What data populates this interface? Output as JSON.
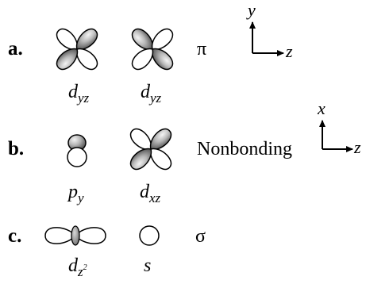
{
  "rows": [
    {
      "letter": "a.",
      "bond_type": "π",
      "orbitals": [
        {
          "base": "d",
          "sub": "yz",
          "sup": "",
          "shape": "d-orbital-shaded-ur-ll"
        },
        {
          "base": "d",
          "sub": "yz",
          "sup": "",
          "shape": "d-orbital-shaded-ul-lr"
        }
      ]
    },
    {
      "letter": "b.",
      "bond_type": "Nonbonding",
      "orbitals": [
        {
          "base": "p",
          "sub": "y",
          "sup": "",
          "shape": "p-orbital-vertical"
        },
        {
          "base": "d",
          "sub": "xz",
          "sup": "",
          "shape": "d-orbital-shaded-ur-ll"
        }
      ]
    },
    {
      "letter": "c.",
      "bond_type": "σ",
      "orbitals": [
        {
          "base": "d",
          "sub": "z",
          "sup": "2",
          "shape": "dz2-orbital-horizontal"
        },
        {
          "base": "s",
          "sub": "",
          "sup": "",
          "shape": "s-orbital"
        }
      ]
    }
  ],
  "axes": [
    {
      "vertical": "y",
      "horizontal": "z"
    },
    {
      "vertical": "x",
      "horizontal": "z"
    }
  ]
}
